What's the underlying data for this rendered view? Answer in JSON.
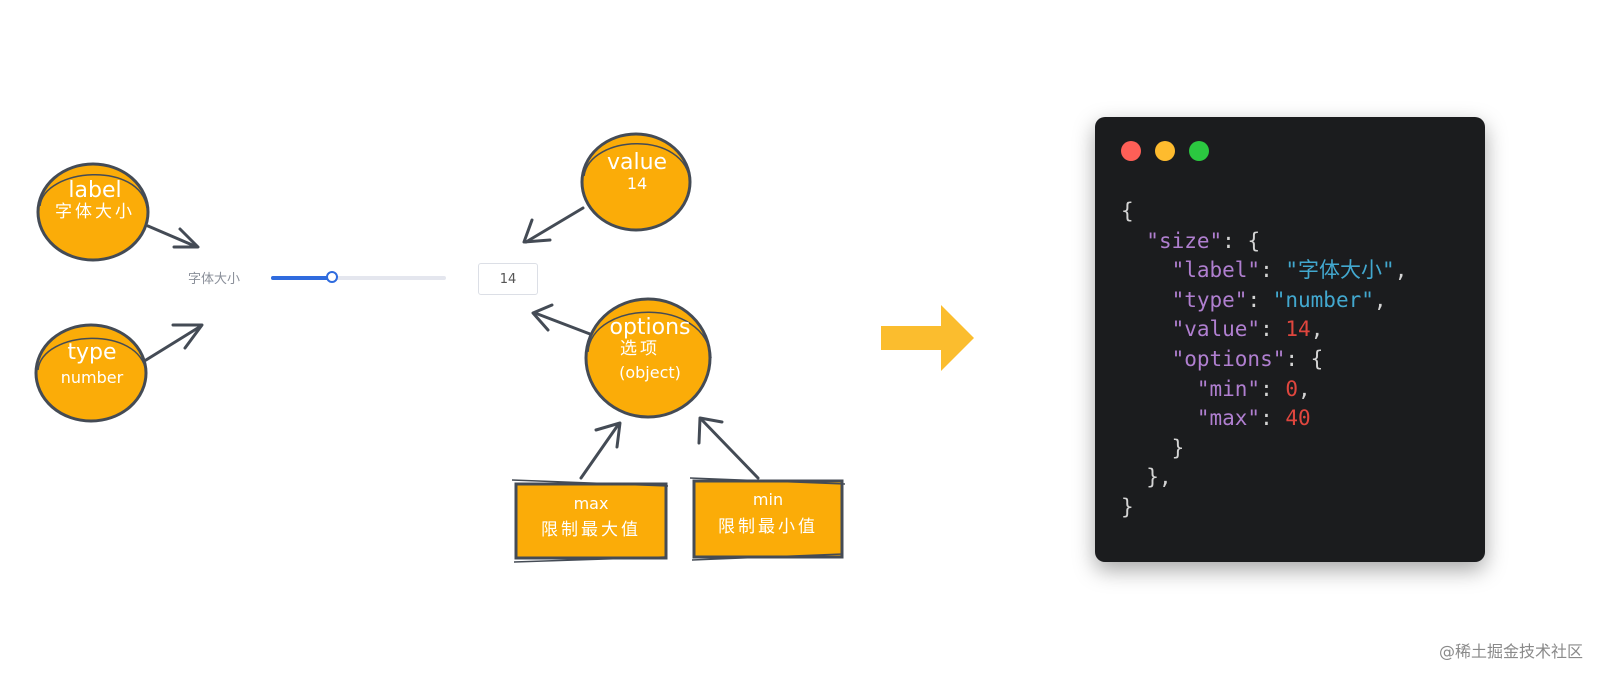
{
  "colors": {
    "bubble_fill": "#fbac08",
    "outline": "#444b55",
    "arrow": "#fbbd2e",
    "code_bg": "#1b1c1e",
    "code_key": "#b07fd0",
    "code_string": "#42a8cf",
    "code_number": "#e0463e"
  },
  "bubbles": {
    "label": {
      "title": "label",
      "sub": "字体大小"
    },
    "type": {
      "title": "type",
      "sub": "number"
    },
    "value": {
      "title": "value",
      "sub": "14"
    },
    "options": {
      "title": "options",
      "sub": "选项",
      "sub2": "(object)"
    }
  },
  "boxes": {
    "max": {
      "title": "max",
      "sub": "限制最大值"
    },
    "min": {
      "title": "min",
      "sub": "限制最小值"
    }
  },
  "control": {
    "label": "字体大小",
    "value": "14",
    "min": 0,
    "max": 40,
    "slider_fraction": 0.35
  },
  "code": {
    "open": "{",
    "size_key": "\"size\"",
    "label_key": "\"label\"",
    "label_val": "\"字体大小\"",
    "type_key": "\"type\"",
    "type_val": "\"number\"",
    "value_key": "\"value\"",
    "value_val": "14",
    "options_key": "\"options\"",
    "min_key": "\"min\"",
    "min_val": "0",
    "max_key": "\"max\"",
    "max_val": "40",
    "close_inner": "}",
    "close_size": "},",
    "close": "}"
  },
  "watermark": "@稀土掘金技术社区"
}
